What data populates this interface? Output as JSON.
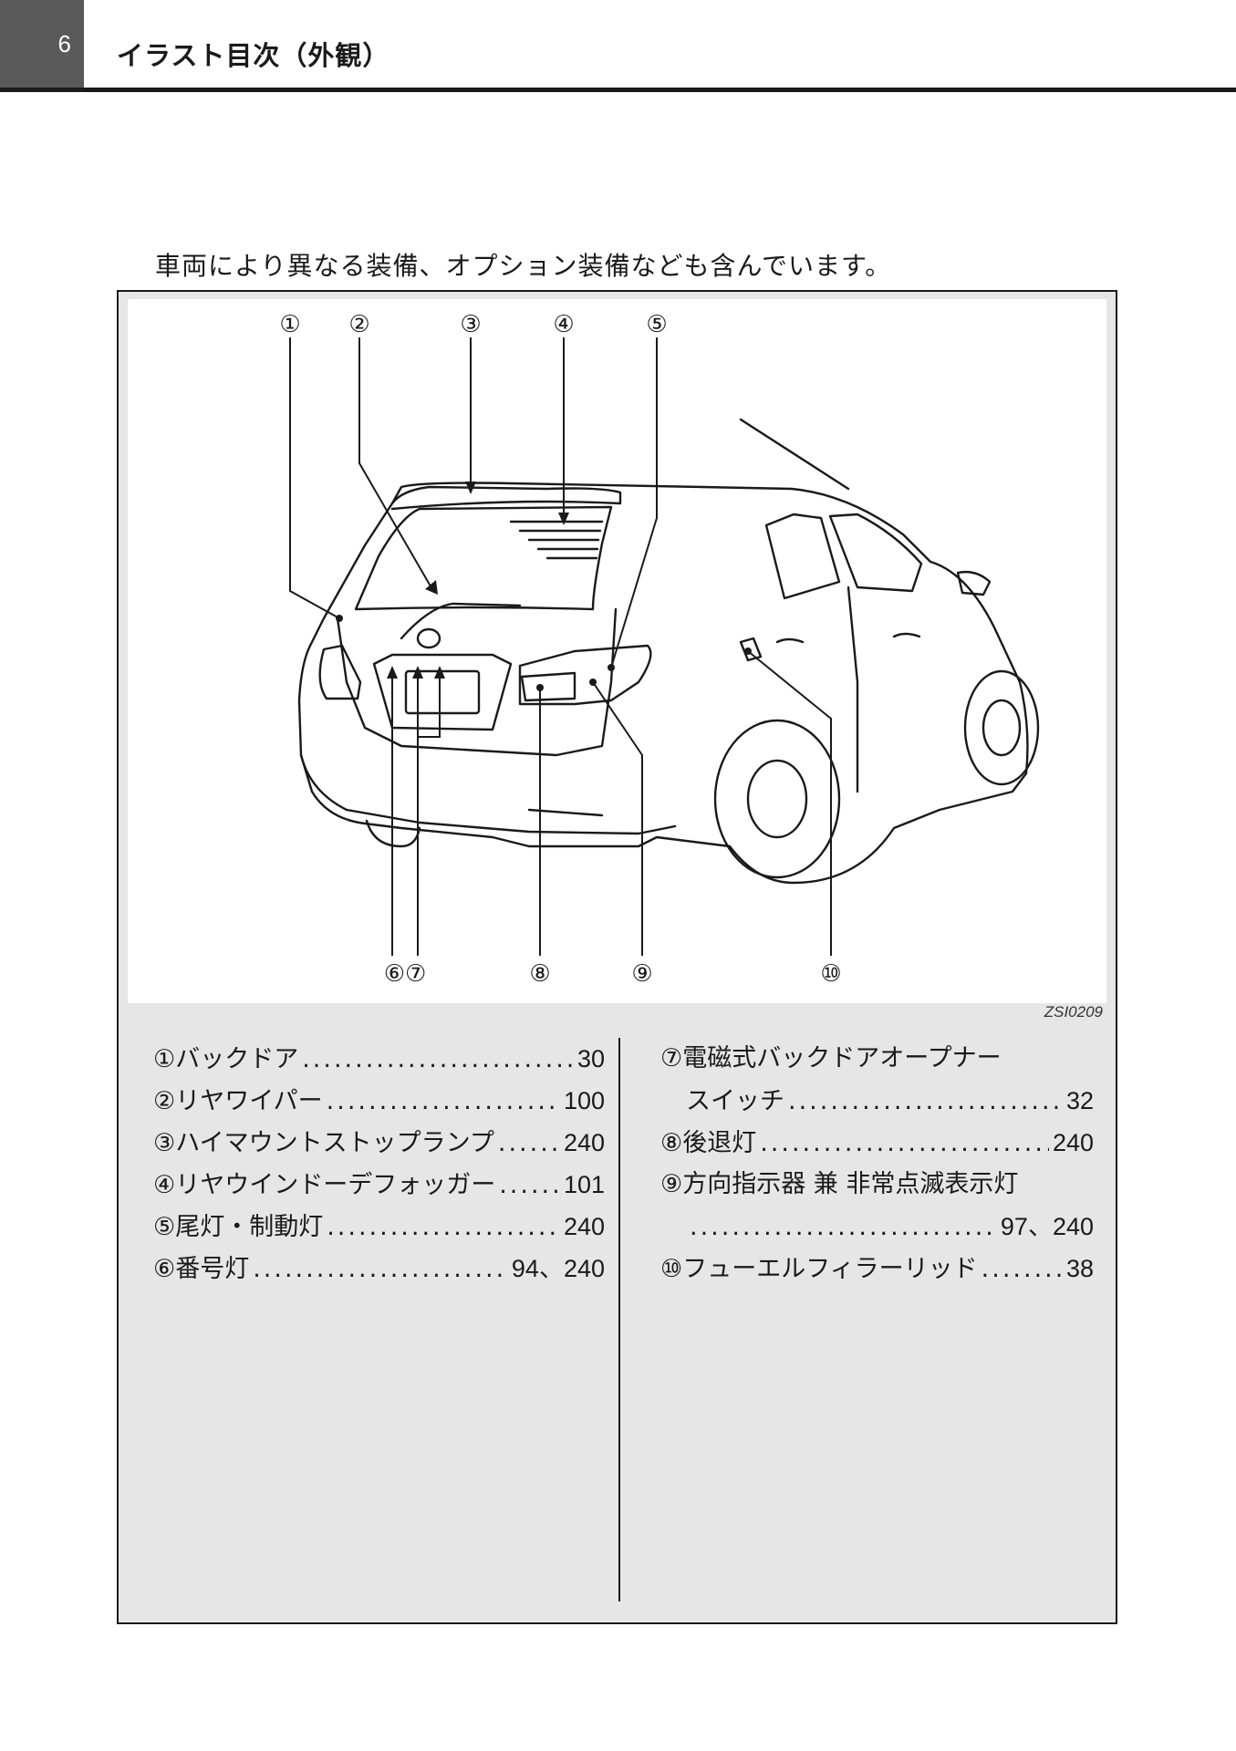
{
  "header": {
    "page_number": "6",
    "title": "イラスト目次（外観）"
  },
  "intro_note": "車両により異なる装備、オプション装備なども含んでいます。",
  "figure": {
    "code": "ZSI0209",
    "callouts_top": [
      "①",
      "②",
      "③",
      "④",
      "⑤"
    ],
    "callouts_bottom": [
      "⑥⑦",
      "⑧",
      "⑨",
      "⑩"
    ]
  },
  "left_list": [
    {
      "label": "①バックドア",
      "page": "30"
    },
    {
      "label": "②リヤワイパー",
      "page": "100"
    },
    {
      "label": "③ハイマウントストップランプ",
      "page": "240"
    },
    {
      "label": "④リヤウインドーデフォッガー",
      "page": "101"
    },
    {
      "label": "⑤尾灯・制動灯",
      "page": "240"
    },
    {
      "label": "⑥番号灯",
      "page": "94、240"
    }
  ],
  "right_list": [
    {
      "label": "⑦電磁式バックドアオープナー",
      "page": ""
    },
    {
      "label": "スイッチ",
      "page": "32",
      "continuation": true
    },
    {
      "label": "⑧後退灯",
      "page": "240"
    },
    {
      "label": "⑨方向指示器 兼 非常点滅表示灯",
      "page": ""
    },
    {
      "label": "",
      "page": "97、240",
      "continuation": true
    },
    {
      "label": "⑩フューエルフィラーリッド",
      "page": "38"
    }
  ]
}
